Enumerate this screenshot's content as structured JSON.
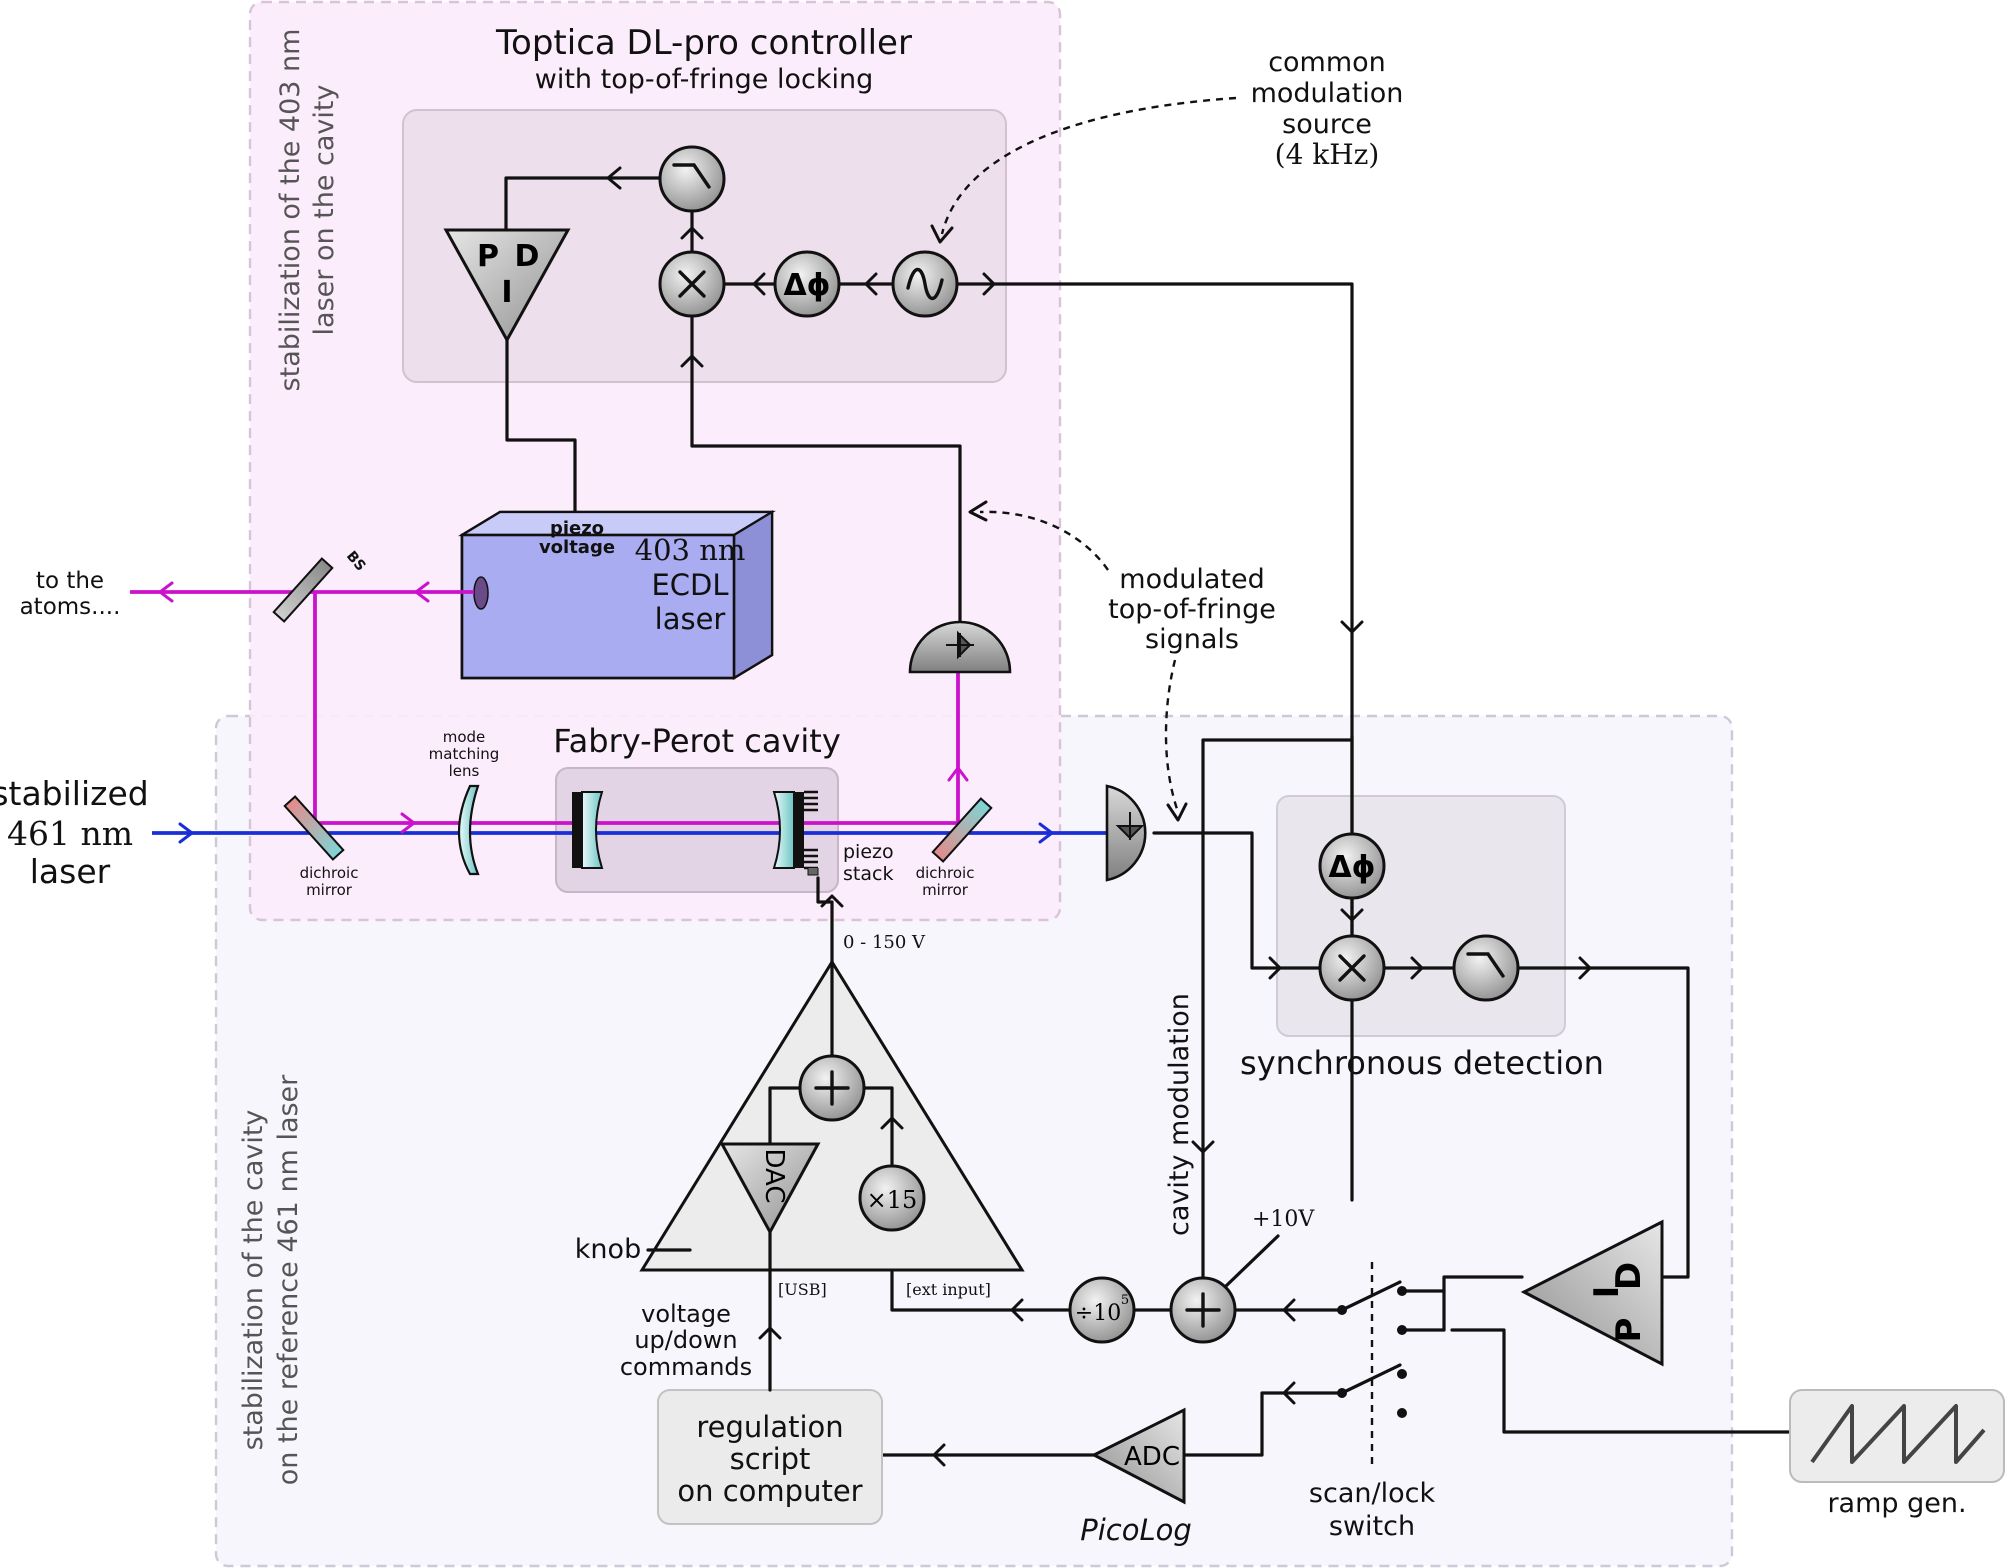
{
  "regions": {
    "toptica_title": "Toptica DL-pro controller",
    "toptica_subtitle": "with top-of-fringe locking",
    "region_403_line1": "stabilization of the 403 nm",
    "region_403_line2": "laser on the cavity",
    "region_461_line1": "stabilization of the cavity",
    "region_461_line2": "on the reference 461 nm laser",
    "sync_detection": "synchronous detection"
  },
  "annotations": {
    "common_mod_line1": "common",
    "common_mod_line2": "modulation",
    "common_mod_line3": "source",
    "common_mod_line4": "(4 kHz)",
    "signals_line1": "modulated",
    "signals_line2": "top-of-fringe",
    "signals_line3": "signals"
  },
  "laser403": {
    "piezo_line1": "piezo",
    "piezo_line2": "voltage",
    "name_line1": "403 nm",
    "name_line2": "ECDL",
    "name_line3": "laser"
  },
  "optics": {
    "to_atoms_line1": "to the",
    "to_atoms_line2": "atoms....",
    "bs": "BS",
    "stab_line1": "stabilized",
    "stab_line2": "461 nm",
    "stab_line3": "laser",
    "lens_line1": "mode",
    "lens_line2": "matching",
    "lens_line3": "lens",
    "fp_cavity": "Fabry-Perot cavity",
    "dichroic_line1": "dichroic",
    "dichroic_line2": "mirror",
    "piezo_stack_line1": "piezo",
    "piezo_stack_line2": "stack"
  },
  "electronics": {
    "pid_p": "P",
    "pid_d": "D",
    "pid_i": "I",
    "delta_phi": "Δϕ",
    "voltage_range": "0 - 150 V",
    "dac": "DAC",
    "x15": "×15",
    "knob": "knob",
    "usb": "[USB]",
    "ext_input": "[ext input]",
    "div": "÷10",
    "div_exp": "5",
    "plus10v": "+10V",
    "cavity_modulation": "cavity modulation",
    "voltage_cmd_line1": "voltage",
    "voltage_cmd_line2": "up/down",
    "voltage_cmd_line3": "commands",
    "regulation_line1": "regulation",
    "regulation_line2": "script",
    "regulation_line3": "on computer",
    "adc": "ADC",
    "picolog": "PicoLog",
    "switch_line1": "scan/lock",
    "switch_line2": "switch",
    "ramp_gen": "ramp gen."
  },
  "colors": {
    "beam_403": "#cc11cc",
    "beam_461": "#1a2ed8",
    "region_403_fill": "#fcecfc",
    "region_461_fill": "#f7f6fc",
    "controller_box": "#eddfeb",
    "laser_body": "#a9acf0",
    "node_fill": "#a5a5a5"
  }
}
